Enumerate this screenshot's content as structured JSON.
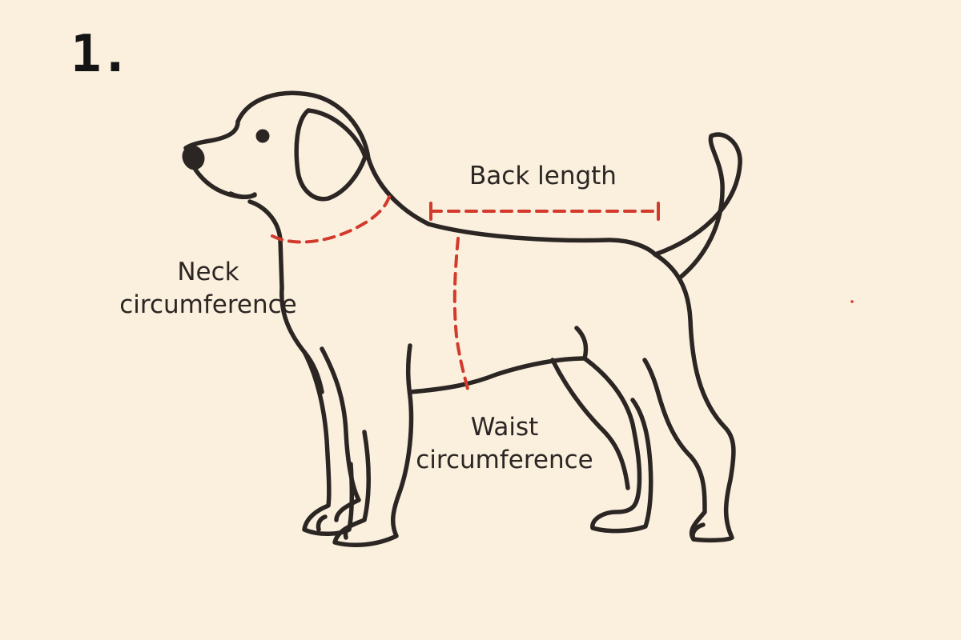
{
  "step_number": "1.",
  "labels": {
    "back_length": "Back length",
    "neck_line1": "Neck",
    "neck_line2": "circumference",
    "waist_line1": "Waist",
    "waist_line2": "circumference"
  },
  "icons": {
    "main": "dog-outline-icon"
  },
  "colors": {
    "background": "#fbf0de",
    "outline": "#2b2623",
    "measure_line": "#d23a2c",
    "text": "#2b2623"
  }
}
